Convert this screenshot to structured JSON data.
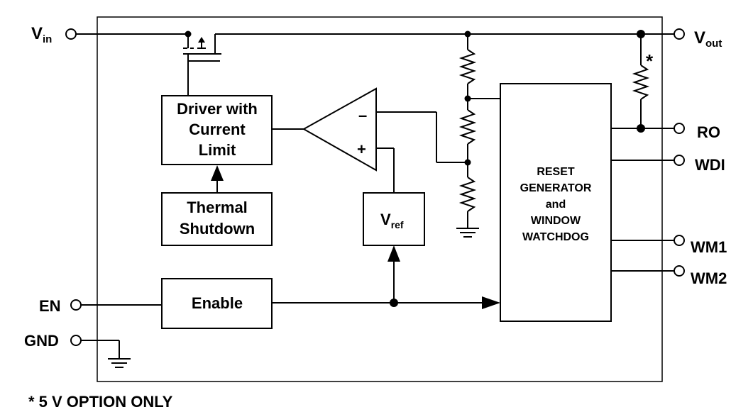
{
  "pins": {
    "vin": {
      "main": "V",
      "sub": "in"
    },
    "vout": {
      "main": "V",
      "sub": "out"
    },
    "ro": "RO",
    "wdi": "WDI",
    "wm1": "WM1",
    "wm2": "WM2",
    "en": "EN",
    "gnd": "GND"
  },
  "blocks": {
    "driver": [
      "Driver with",
      "Current",
      "Limit"
    ],
    "thermal": [
      "Thermal",
      "Shutdown"
    ],
    "vref": {
      "main": "V",
      "sub": "ref"
    },
    "enable": "Enable",
    "reset": [
      "RESET",
      "GENERATOR",
      "and",
      "WINDOW",
      "WATCHDOG"
    ]
  },
  "opamp": {
    "minus": "–",
    "plus": "+"
  },
  "asterisk": "*",
  "footnote": "* 5 V OPTION ONLY",
  "colors": {
    "line": "#000000",
    "background": "#ffffff"
  }
}
